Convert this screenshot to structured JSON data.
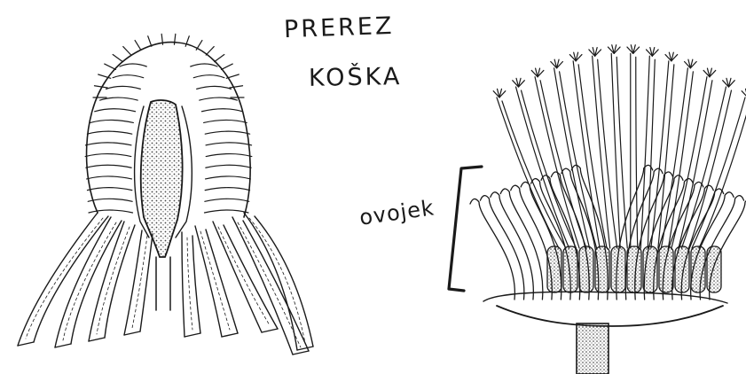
{
  "labels": {
    "title_line1": "PREREZ",
    "title_line2": "KOŠKA",
    "annotation": "ovojek"
  },
  "colors": {
    "ink": "#1a1a1a",
    "stipple": "#555555",
    "paper": "#ffffff"
  }
}
